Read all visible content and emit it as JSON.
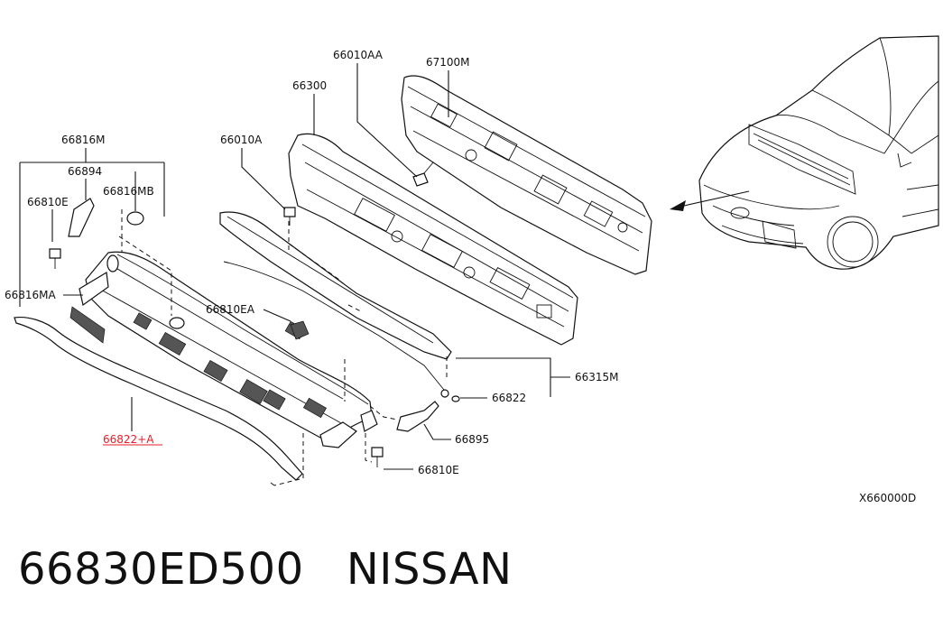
{
  "diagram": {
    "labels": {
      "p66010AA": "66010AA",
      "p67100M": "67100M",
      "p66300": "66300",
      "p66816M": "66816M",
      "p66010A": "66010A",
      "p66894": "66894",
      "p66816MB": "66816MB",
      "p66810E_top": "66810E",
      "p66816MA": "66816MA",
      "p66810EA": "66810EA",
      "p66315M": "66315M",
      "p66822": "66822",
      "p66822A": "66822+A",
      "p66895": "66895",
      "p66810E_bottom": "66810E"
    },
    "figure_code": "X660000D",
    "highlight_color": "#e8202a"
  },
  "caption": {
    "part_number": "66830ED500",
    "brand": "NISSAN"
  }
}
